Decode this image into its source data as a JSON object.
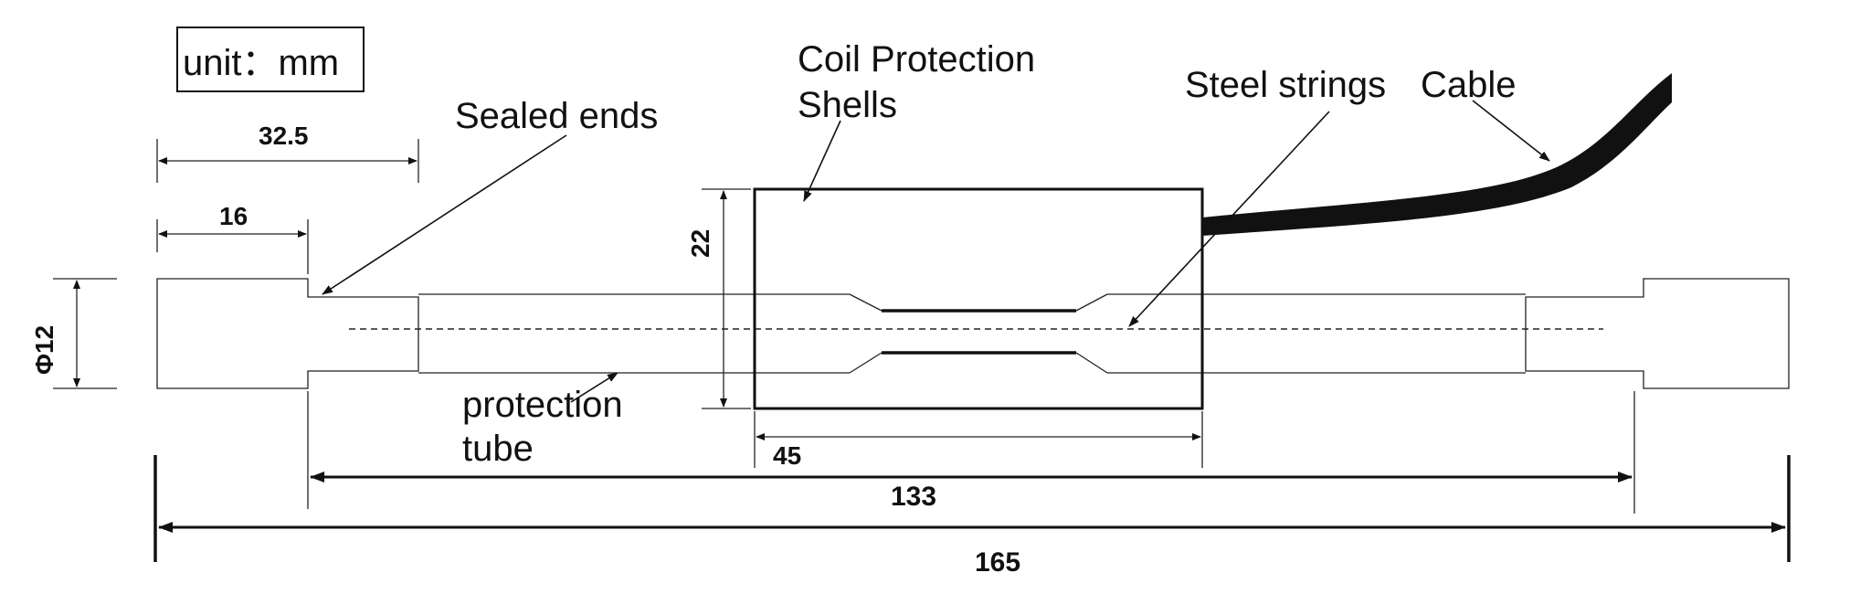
{
  "unit_box": {
    "text": "unit：mm"
  },
  "labels": {
    "coil_line1": "Coil Protection",
    "coil_line2": "Shells",
    "sealed_ends": "Sealed ends",
    "steel_strings": "Steel strings",
    "cable": "Cable",
    "protection_line1": "protection",
    "protection_line2": "tube"
  },
  "dimensions": {
    "d32_5": "32.5",
    "d16": "16",
    "d22": "22",
    "phi12": "Φ12",
    "d45": "45",
    "d133": "133",
    "d165": "165"
  }
}
